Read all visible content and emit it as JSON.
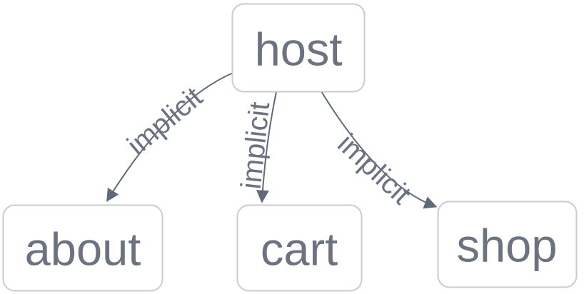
{
  "diagram": {
    "type": "flowchart",
    "direction": "top-down",
    "nodes": [
      {
        "id": "host",
        "label": "host"
      },
      {
        "id": "about",
        "label": "about"
      },
      {
        "id": "cart",
        "label": "cart"
      },
      {
        "id": "shop",
        "label": "shop"
      }
    ],
    "edges": [
      {
        "from": "host",
        "to": "about",
        "label": "implicit"
      },
      {
        "from": "host",
        "to": "cart",
        "label": "implicit"
      },
      {
        "from": "host",
        "to": "shop",
        "label": "implicit"
      }
    ],
    "colors": {
      "background": "#ffffff",
      "node_fill": "#ffffff",
      "node_border": "#c9cbcf",
      "node_text": "#6b7280",
      "edge_stroke": "#5f6b7a",
      "edge_label_text": "#6b7280"
    }
  }
}
